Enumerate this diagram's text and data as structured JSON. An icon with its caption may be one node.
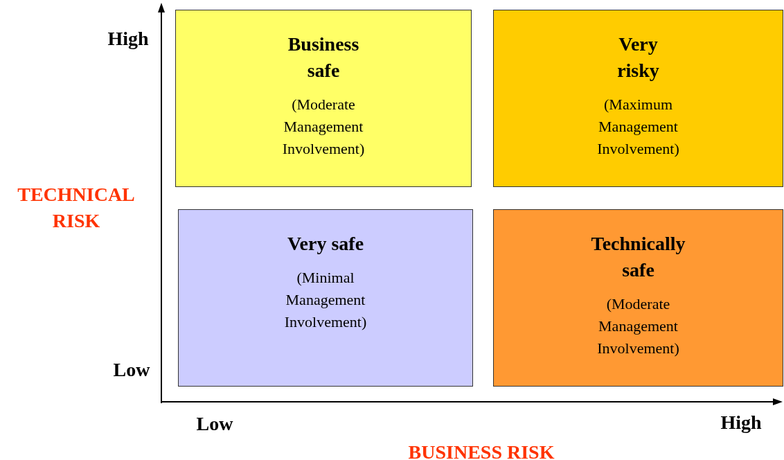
{
  "diagram": {
    "nodes": [
      {
        "text": [
          "Business safe",
          "(Moderate Management Involvement)"
        ]
      },
      {
        "text": [
          "Very risky",
          "(Maximum Management Involvement)"
        ]
      },
      {
        "text": [
          "Very safe",
          "(Minimal Management Involvement)"
        ]
      },
      {
        "text": [
          "Technically safe",
          "(Moderate Management Involvement)"
        ]
      }
    ],
    "edges": [],
    "labels": [
      "High",
      "TECHNICAL RISK",
      "Low",
      "Low",
      "High",
      "BUSINESS RISK"
    ]
  }
}
